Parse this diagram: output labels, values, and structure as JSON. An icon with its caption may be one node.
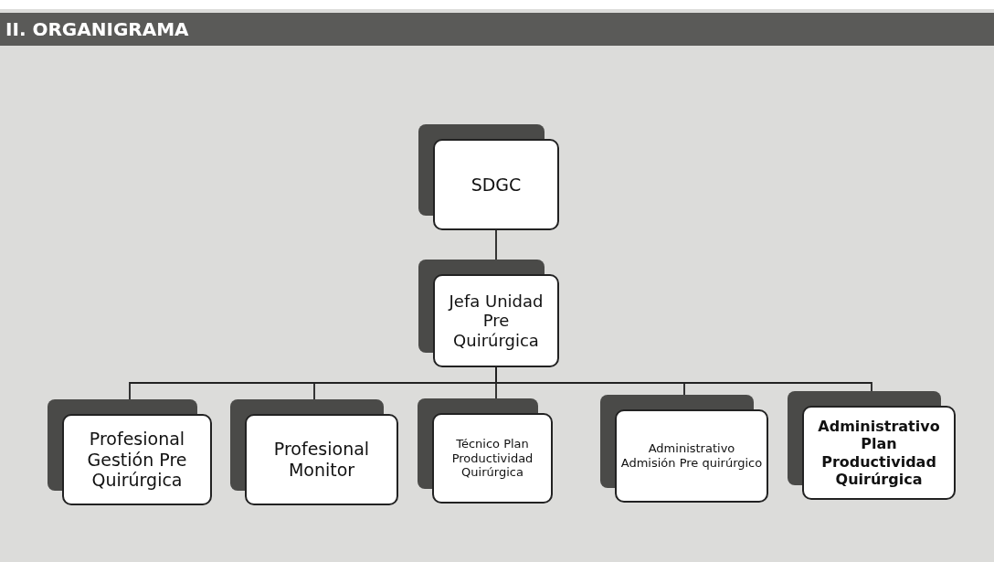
{
  "diagram": {
    "title": "II. ORGANIGRAMA",
    "nodes": [
      {
        "text": [
          "SDGC"
        ]
      },
      {
        "text": [
          "Jefa Unidad Pre Quirúrgica"
        ]
      },
      {
        "text": [
          "Profesional Gestión Pre Quirúrgica"
        ]
      },
      {
        "text": [
          "Profesional Monitor"
        ]
      },
      {
        "text": [
          "Técnico Plan Productividad Quirúrgica"
        ]
      },
      {
        "text": [
          "Administrativo Admisión Pre quirúrgico"
        ]
      },
      {
        "text": [
          "Administrativo Plan Productividad Quirúrgica"
        ]
      }
    ],
    "edges": [
      {
        "from": 0,
        "to": 1,
        "arrow": "none"
      },
      {
        "from": 1,
        "to": 2,
        "arrow": "none"
      },
      {
        "from": 1,
        "to": 3,
        "arrow": "none"
      },
      {
        "from": 1,
        "to": 4,
        "arrow": "none"
      },
      {
        "from": 1,
        "to": 5,
        "arrow": "none"
      },
      {
        "from": 1,
        "to": 6,
        "arrow": "none"
      }
    ]
  }
}
